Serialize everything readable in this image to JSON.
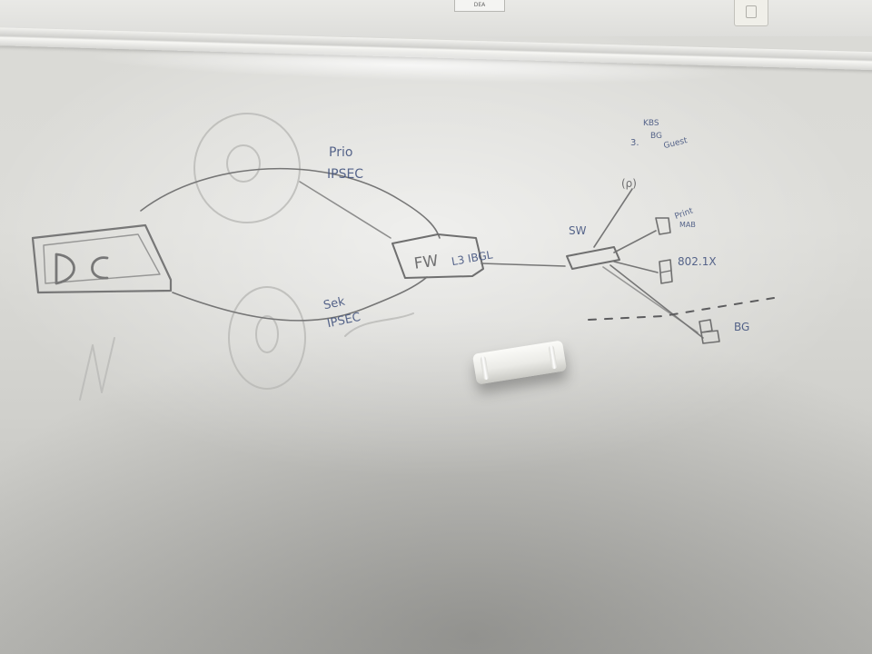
{
  "image": {
    "title": "",
    "description_hidden": true
  },
  "whiteboard": {
    "labels": {
      "dc": "DC",
      "prio": "Prio",
      "prio_ipsec": "IPSEC",
      "sek": "Sek",
      "sek_ipsec": "IPSEC",
      "fw": "FW",
      "l3": "L3 IBGL",
      "sw": "SW",
      "list_number": "3.",
      "list_1": "KBS",
      "list_2": "BG",
      "list_3": "Guest",
      "ap": "(ρ)",
      "print": "Print",
      "mab": "MAB",
      "dot1x": "802.1X",
      "bg": "BG"
    },
    "colors": {
      "marker_blue": "#3c4d7a",
      "marker_grey": "#757575",
      "ghost": "#b6b6b3"
    }
  },
  "sticker": {
    "text": "DEA"
  }
}
